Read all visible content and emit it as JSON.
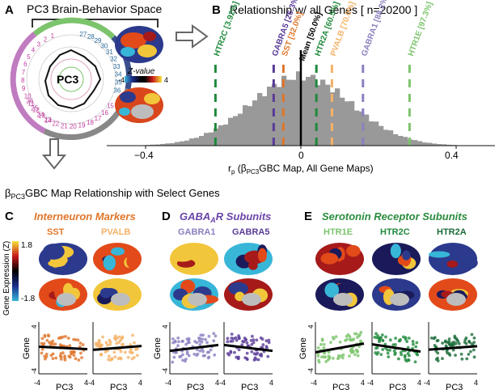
{
  "panels": {
    "A": {
      "letter": "A",
      "title": "PC3 Brain-Behavior Space",
      "center_label": "PC3",
      "colorbar_title": "Z-value",
      "colorbar_min": "-4",
      "colorbar_max": "4",
      "left_numbers": [
        "1",
        "2",
        "3",
        "4",
        "5",
        "6",
        "7",
        "8",
        "9",
        "10",
        "11",
        "12",
        "13",
        "14"
      ],
      "right_numbers": [
        "27",
        "28",
        "29",
        "30",
        "31",
        "32",
        "33",
        "34",
        "35",
        "36"
      ],
      "bottom_numbers": [
        "26",
        "25",
        "24",
        "23",
        "22",
        "21",
        "20",
        "19",
        "18",
        "17",
        "16",
        "15"
      ]
    },
    "B": {
      "letter": "B",
      "title": "Relationship w/ all Genes [ n=20200 ]",
      "xlabel": "r",
      "xlabel_sub": "p",
      "xlabel_rest": " (β",
      "xlabel_sub2": "PC3",
      "xlabel_tail": "GBC Map, All Gene Maps)"
    },
    "C": {
      "letter": "C",
      "title": "Interneuron Markers",
      "genes": [
        "SST",
        "PVALB"
      ]
    },
    "D": {
      "letter": "D",
      "title_pre": "GABA",
      "title_sub": "A",
      "title_post": "R Subunits",
      "genes": [
        "GABRA1",
        "GABRA5"
      ]
    },
    "E": {
      "letter": "E",
      "title": "Serotonin Receptor Subunits",
      "genes": [
        "HTR1E",
        "HTR2C",
        "HTR2A"
      ]
    }
  },
  "section_title_pre": "β",
  "section_title_sub": "PC3",
  "section_title_post": "GBC Map Relationship with Select Genes",
  "gene_colorbar": {
    "label": "Gene Expression (Z)",
    "max": "1.8",
    "min": "-1.8"
  },
  "scatter": {
    "ylabel": "Gene",
    "xlabel": "PC3",
    "xticks": [
      "-4",
      "4"
    ],
    "yticks": [
      "4",
      "-4"
    ]
  },
  "colors": {
    "SST": "#e0762a",
    "PVALB": "#f5b267",
    "GABRA1": "#8b7fc0",
    "GABRA5": "#5a3b99",
    "HTR1E": "#7cc46c",
    "HTR2C": "#1f8a3c",
    "HTR2A": "#1c6b3a",
    "mean": "#000000",
    "title_C": "#e0762a",
    "title_D": "#6b45a8",
    "title_E": "#2a8c3e"
  },
  "chart_data": {
    "type": "bar",
    "title": "Relationship w/ all Genes [ n=20200 ]",
    "xlabel": "rp (βPC3GBC Map, All Gene Maps)",
    "xlim": [
      -0.5,
      0.5
    ],
    "xticks": [
      -0.4,
      0,
      0.4
    ],
    "x_tick_labels": [
      "−0.4",
      "0",
      "0.4"
    ],
    "n": 20200,
    "markers": [
      {
        "label": "HTR2C [3.92%]",
        "r": -0.22,
        "color": "#1f8a3c"
      },
      {
        "label": "GABRA5 [26.3%]",
        "r": -0.07,
        "color": "#5a3b99"
      },
      {
        "label": "SST [32.0%]",
        "r": -0.045,
        "color": "#e0762a"
      },
      {
        "label": "Mean [50.0%]",
        "r": 0.0,
        "color": "#000000"
      },
      {
        "label": "HTR2A [60.5%]",
        "r": 0.04,
        "color": "#1f8a3c"
      },
      {
        "label": "PVALB [70.0%]",
        "r": 0.08,
        "color": "#f5b267"
      },
      {
        "label": "GABRA1 [88.2%]",
        "r": 0.16,
        "color": "#8b7fc0"
      },
      {
        "label": "HTR1E [97.3%]",
        "r": 0.28,
        "color": "#7cc46c"
      }
    ]
  }
}
